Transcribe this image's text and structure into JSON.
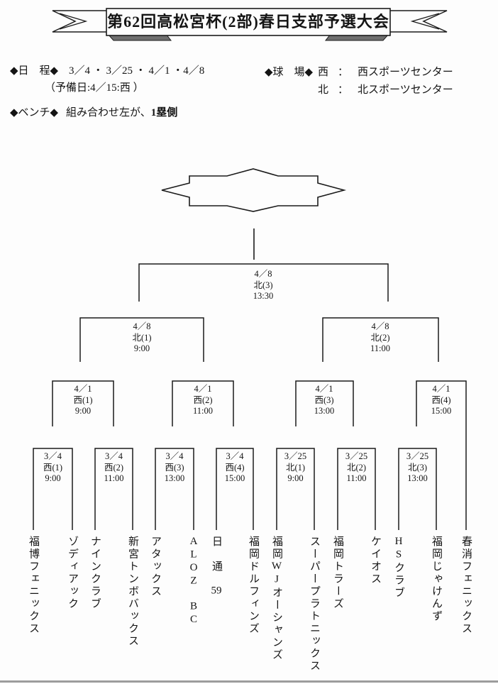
{
  "title": "第62回高松宮杯(2部)春日支部予選大会",
  "info": {
    "schedule_label": "◆日　程◆",
    "schedule_dates": "3／4 ・ 3／25 ・ 4／1 ・4／8",
    "schedule_reserve": "（予備日:4／15:西 ）",
    "venue_label": "◆球　場◆",
    "venue_separator": "：",
    "venues": [
      {
        "key": "西",
        "name": "西スポーツセンター"
      },
      {
        "key": "北",
        "name": "北スポーツセンター"
      }
    ],
    "bench_label": "◆ベンチ◆",
    "bench_text": "組み合わせ左が、",
    "bench_bold": "1塁側"
  },
  "bracket": {
    "final": {
      "date": "4／8",
      "venue": "北(3)",
      "time": "13:30"
    },
    "semifinals": [
      {
        "date": "4／8",
        "venue": "北(1)",
        "time": "9:00"
      },
      {
        "date": "4／8",
        "venue": "北(2)",
        "time": "11:00"
      }
    ],
    "quarterfinals": [
      {
        "date": "4／1",
        "venue": "西(1)",
        "time": "9:00"
      },
      {
        "date": "4／1",
        "venue": "西(2)",
        "time": "11:00"
      },
      {
        "date": "4／1",
        "venue": "西(3)",
        "time": "13:00"
      },
      {
        "date": "4／1",
        "venue": "西(4)",
        "time": "15:00"
      }
    ],
    "first_round": [
      {
        "date": "3／4",
        "venue": "西(1)",
        "time": "9:00"
      },
      {
        "date": "3／4",
        "venue": "西(2)",
        "time": "11:00"
      },
      {
        "date": "3／4",
        "venue": "西(3)",
        "time": "13:00"
      },
      {
        "date": "3／4",
        "venue": "西(4)",
        "time": "15:00"
      },
      {
        "date": "3／25",
        "venue": "北(1)",
        "time": "9:00"
      },
      {
        "date": "3／25",
        "venue": "北(2)",
        "time": "11:00"
      },
      {
        "date": "3／25",
        "venue": "北(3)",
        "time": "13:00"
      }
    ],
    "teams": [
      "福博フェニックス",
      "ゾディアック",
      "ナインクラブ",
      "新宮トンボバックス",
      "アタックス",
      "ALOZ　BC",
      "日　通　59",
      "福岡ドルフィンズ",
      "福岡WJオーシャンズ",
      "スーパープラトニックス",
      "福岡トラーズ",
      "ケイオス",
      "HSクラブ",
      "福岡じゃけんず",
      "春消フェニックス"
    ]
  }
}
